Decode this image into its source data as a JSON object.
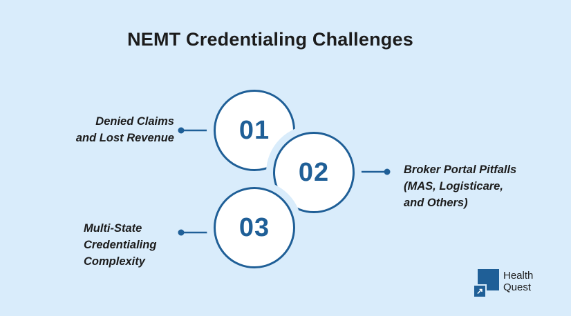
{
  "title": "NEMT Credentialing Challenges",
  "items": [
    {
      "number": "01",
      "lines": [
        "Denied Claims",
        "and Lost Revenue"
      ]
    },
    {
      "number": "02",
      "lines": [
        "Broker Portal Pitfalls",
        "(MAS, Logisticare,",
        "and Others)"
      ]
    },
    {
      "number": "03",
      "lines": [
        "Multi-State",
        "Credentialing",
        "Complexity"
      ]
    }
  ],
  "logo": {
    "lines": [
      "Health",
      "Quest"
    ],
    "icon": "arrow-up-right-icon"
  },
  "colors": {
    "background": "#d9ecfb",
    "accent": "#1f5f97",
    "text": "#1c1c1c"
  }
}
